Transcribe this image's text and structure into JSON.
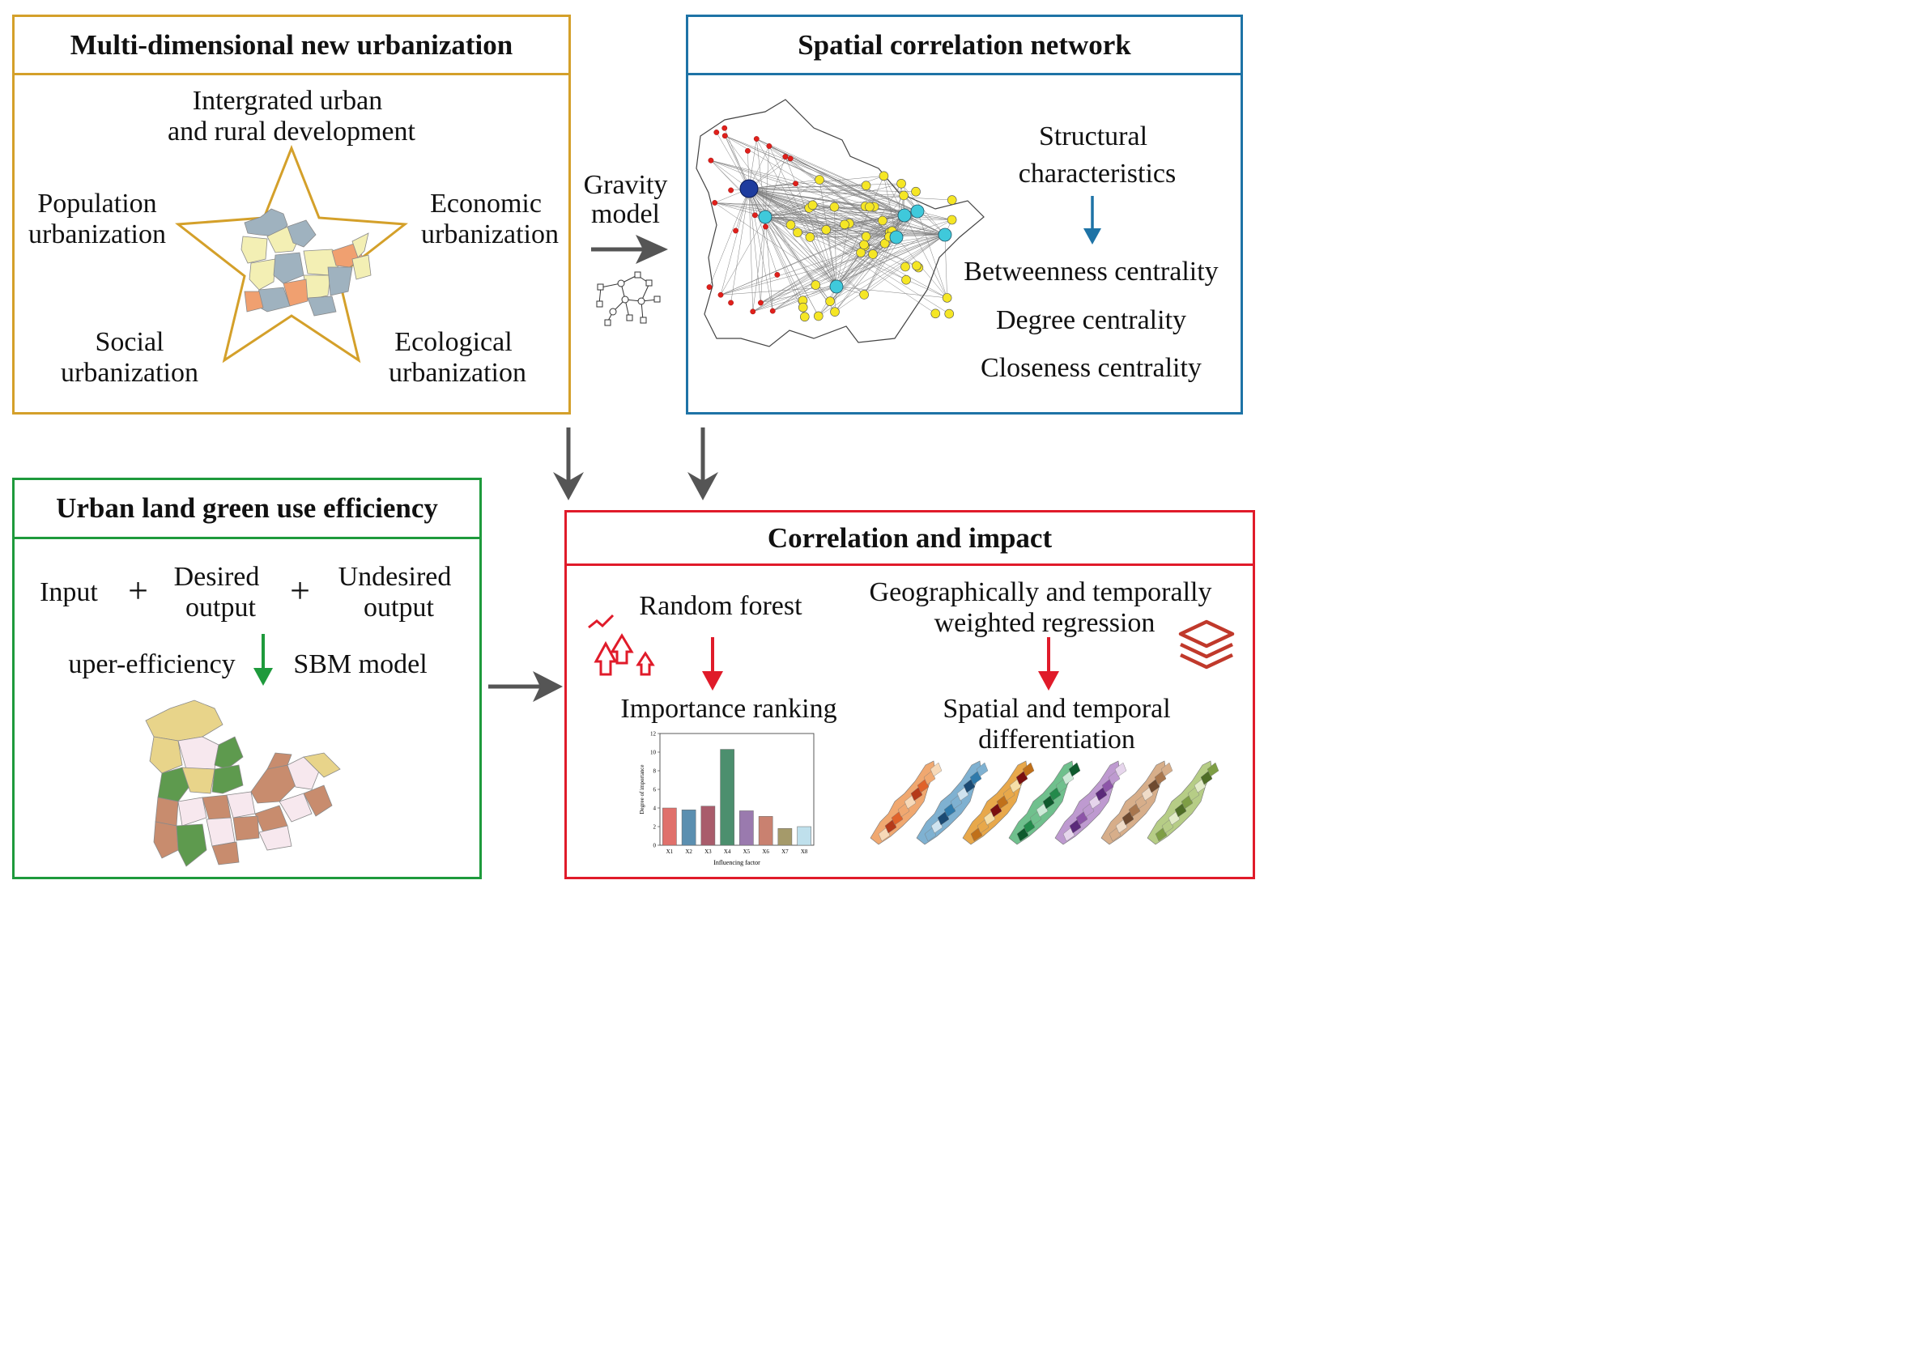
{
  "panels": {
    "urbanization": {
      "title": "Multi-dimensional new urbanization",
      "center_line1": "Intergrated urban",
      "center_line2": "and rural development",
      "left_line1": "Population",
      "left_line2": "urbanization",
      "right_line1": "Economic",
      "right_line2": "urbanization",
      "bl_line1": "Social",
      "bl_line2": "urbanization",
      "br_line1": "Ecological",
      "br_line2": "urbanization",
      "color": "#D4A02A"
    },
    "network": {
      "title": "Spatial correlation network",
      "struct_line1": "Structural",
      "struct_line2": "characteristics",
      "item1": "Betweenness centrality",
      "item2": "Degree centrality",
      "item3": "Closeness centrality",
      "color": "#1E73A6"
    },
    "efficiency": {
      "title": "Urban land green use efficiency",
      "input": "Input",
      "plus": "+",
      "desired_line1": "Desired",
      "desired_line2": "output",
      "undesired_line1": "Undesired",
      "undesired_line2": "output",
      "model_left": "uper-efficiency",
      "model_right": "SBM model",
      "color": "#1E9A3C"
    },
    "impact": {
      "title": "Correlation and impact",
      "rf": "Random forest",
      "gtwr_line1": "Geographically and temporally",
      "gtwr_line2": "weighted regression",
      "importance": "Importance ranking",
      "spatial_line1": "Spatial and temporal",
      "spatial_line2": "differentiation",
      "color": "#E01B2A"
    }
  },
  "gravity": {
    "line1": "Gravity",
    "line2": "model"
  },
  "colors": {
    "arrow": "#555555",
    "accent_red": "#E01B2A"
  },
  "chart_data": {
    "type": "bar",
    "categories": [
      "X1",
      "X2",
      "X3",
      "X4",
      "X5",
      "X6",
      "X7",
      "X8"
    ],
    "values": [
      4.0,
      3.8,
      4.2,
      10.3,
      3.7,
      3.1,
      1.8,
      2.0
    ],
    "colors": [
      "#E0706B",
      "#5B8FB0",
      "#A95C6B",
      "#4C8F6E",
      "#9A7AAE",
      "#C98170",
      "#A59A6A",
      "#BFE0EC"
    ],
    "xlabel": "Influencing factor",
    "ylabel": "Degree of importance",
    "ylim": [
      0,
      12
    ],
    "yticks": [
      0,
      2,
      4,
      6,
      8,
      10,
      12
    ]
  }
}
